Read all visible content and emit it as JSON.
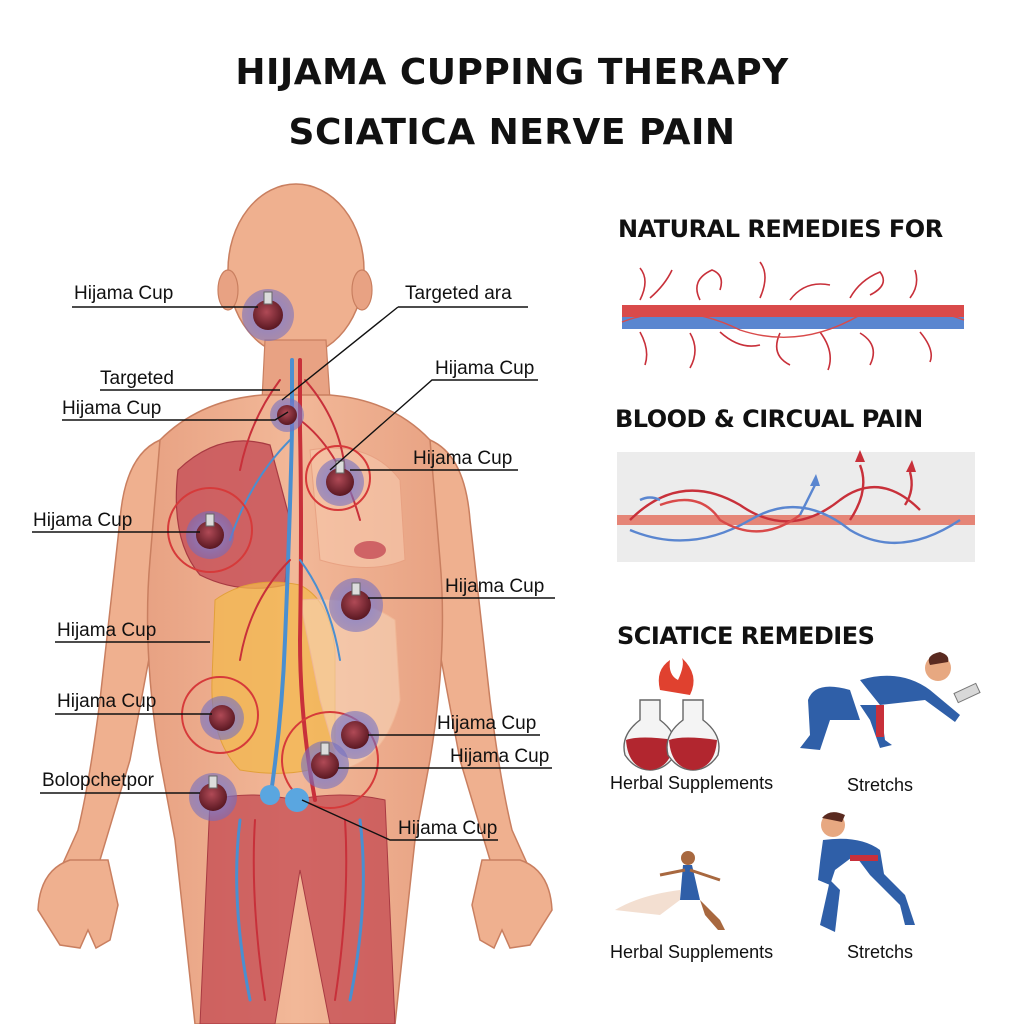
{
  "header": {
    "title_line1": "HIJAMA CUPPING THERAPY",
    "title_line2": "SCIATICA NERVE PAIN"
  },
  "body_diagram": {
    "labels": [
      "Hijama Cup",
      "Targeted ara",
      "Targeted",
      "Hijama Cup",
      "Hijama Cup",
      "Hijama Cup",
      "Hijama Cup",
      "Hijama Cup",
      "Hijama Cup",
      "Hijama Cup",
      "Hijama Cup",
      "Hijama Cup",
      "Bolopchetpor",
      "Hijama Cup"
    ]
  },
  "sidebar": {
    "section1_title": "NATURAL REMEDIES FOR",
    "section2_title": "BLOOD & CIRCUAL PAIN",
    "section3_title": "SCIATICE REMEDIES",
    "remedies": [
      "Herbal Supplements",
      "Stretchs",
      "Herbal Supplements",
      "Stretchs"
    ]
  },
  "colors": {
    "skin": "#efb08f",
    "skin_shade": "#e49b7a",
    "blood_red": "#c8303a",
    "vein_blue": "#4a8fd0",
    "cup_dark": "#7a2a36",
    "cup_halo": "#7d7cc8",
    "clothing_blue": "#2f5fa8",
    "text": "#111111"
  }
}
